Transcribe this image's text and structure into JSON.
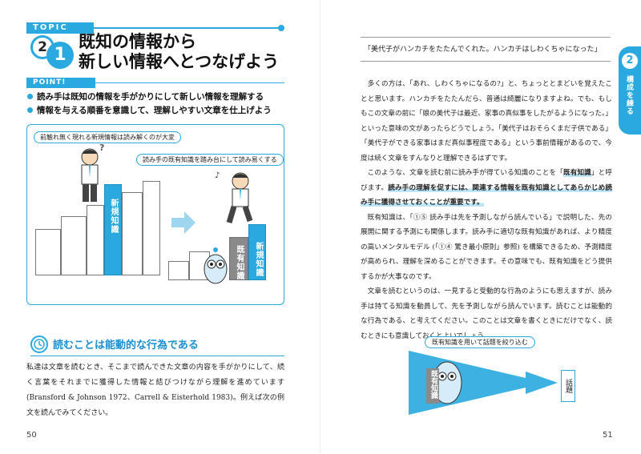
{
  "left_page": {
    "topic_label": "TOPIC",
    "chapter_number": "2",
    "topic_number": "1",
    "title_line1": "既知の情報から",
    "title_line2": "新しい情報へとつなげよう",
    "point_label": "POINT!",
    "points": [
      "読み手は既知の情報を手がかりにして新しい情報を理解する",
      "情報を与える順番を意識して、理解しやすい文章を仕上げよう"
    ],
    "illustration": {
      "callout_left": "前触れ無く現れる新規情報は読み解くのが大変",
      "callout_right": "読み手の既有知識を踏み台にして読み易くする",
      "block_new_left": "新規知識",
      "block_existing": "既有知識",
      "block_new_right": "新規知識"
    },
    "section_title": "読むことは能動的な行為である",
    "body": "私達は文章を読むとき、そこまで読んできた文章の内容を手がかりにして、続く言葉をそれまでに獲得した情報と結びつけながら理解を進めています (Bransford & Johnson 1972、Carrell & Eisterhold 1983)。例えば次の例文を読んでみてください。",
    "page_number": "50"
  },
  "right_page": {
    "quote": "「美代子がハンカチをたたんでくれた。ハンカチはしわくちゃになった」",
    "para1": "多くの方は、「あれ、しわくちゃになるの?」と、ちょっととまどいを覚えたことと思います。ハンカチをたたんだら、普通は綺麗になりますよね。でも、もしもこの文章の前に「娘の美代子は最近、家事の真似事をしたがるようになった。」といった意味の文があったらどうでしょう。「美代子はおそらくまだ子供である」「美代子ができる家事はまだ真似事程度である」という事前情報があるので、今度は続く文章をすんなりと理解できるはずです。",
    "para2_a": "このような、文章を読む前に読み手が得ている知識のことを「",
    "para2_term": "既有知識",
    "para2_b": "」と呼びます。",
    "para2_em": "読み手の理解を促すには、関連する情報を既有知識としてあらかじめ読み手に獲得させておくことが重要です。",
    "para3": "既有知識は、「①⑤ 読み手は先を予測しながら読んでいる」で説明した、先の展開に関する予測にも関係します。読み手に適切な既有知識があれば、より精度の高いメンタルモデル (「①④ 驚き最小原則」参照) を構築できるため、予測精度が高められ、理解を深めることができます。その意味でも、既有知識をどう提供するかが大事なのです。",
    "para4": "文章を読むというのは、一見すると受動的な行為のようにも思えますが、読み手は持てる知識を動員して、先を予測しながら読んでいます。読むことは能動的な行為である、と考えてください。このことは文章を書くときにだけでなく、読むときにも意識しておくとよいでしょう。",
    "side_tab_number": "2",
    "side_tab_label": "構成を練る",
    "diagram": {
      "callout": "既有知識を用いて話題を絞り込む",
      "funnel_label": "既有知識",
      "target_label": "話題"
    },
    "page_number": "51"
  },
  "colors": {
    "accent": "#29a9e0",
    "highlight": "#bfe6f7",
    "gray_block": "#8a8a8a"
  }
}
